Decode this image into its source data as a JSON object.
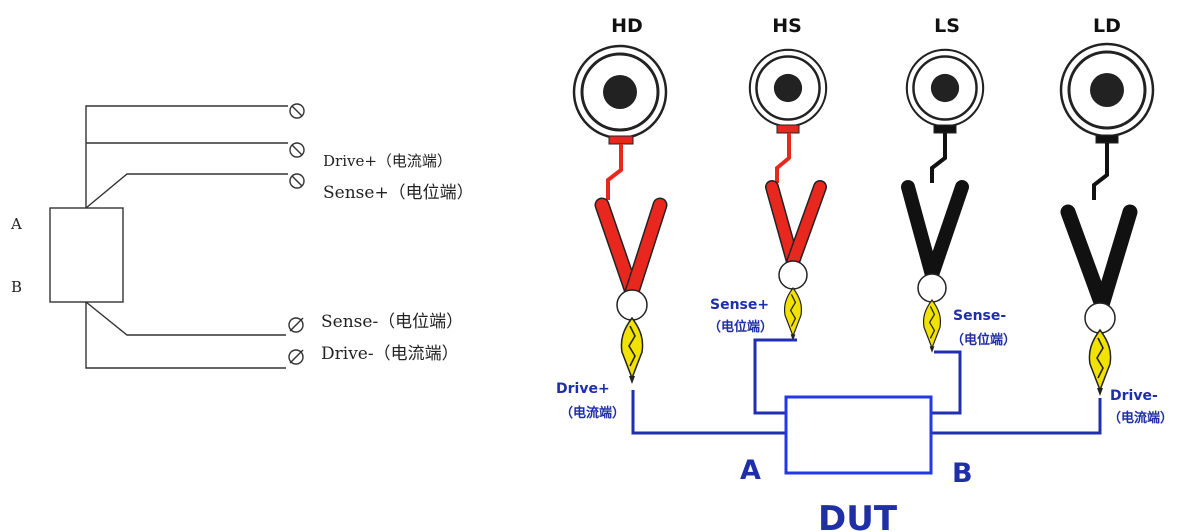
{
  "schematic": {
    "node_a": "A",
    "node_b": "B",
    "drive_plus": "Drive+（电流端）",
    "sense_plus": "Sense+（电位端）",
    "sense_minus": "Sense-（电位端）",
    "drive_minus": "Drive-（电流端）"
  },
  "jacks": {
    "hd": "HD",
    "hs": "HS",
    "ls": "LS",
    "ld": "LD"
  },
  "wiring": {
    "drive_plus_line1": "Drive+",
    "drive_plus_line2": "（电流端）",
    "sense_plus_line1": "Sense+",
    "sense_plus_line2": "（电位端）",
    "sense_minus_line1": "Sense-",
    "sense_minus_line2": "（电位端）",
    "drive_minus_line1": "Drive-",
    "drive_minus_line2": "（电流端）",
    "node_a": "A",
    "node_b": "B",
    "dut": "DUT"
  },
  "colors": {
    "red_lead": "#e8281e",
    "black_lead": "#111111",
    "wire_blue": "#1f2fb0",
    "clip_yellow": "#f2e200"
  }
}
